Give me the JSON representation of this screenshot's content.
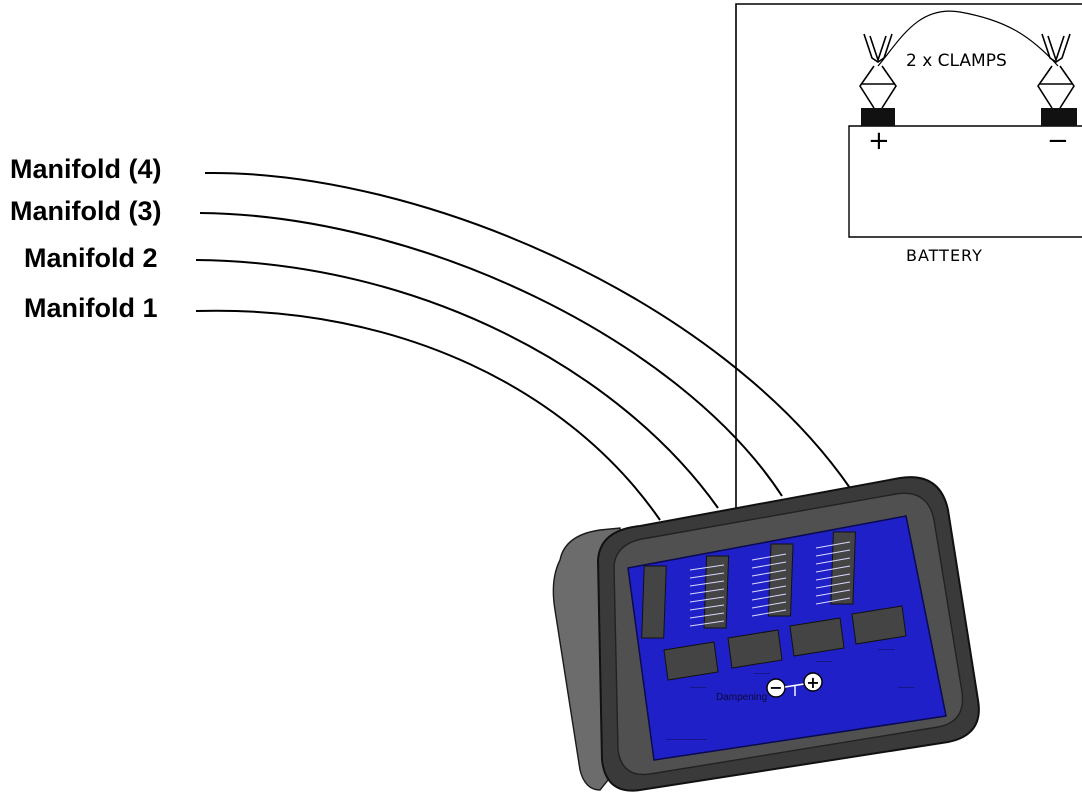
{
  "manifold_labels": {
    "m4": "Manifold (4)",
    "m3": "Manifold (3)",
    "m2": "Manifold 2",
    "m1": "Manifold 1"
  },
  "battery": {
    "clamps_label": "2 x CLAMPS",
    "label": "BATTERY",
    "positive_symbol": "+",
    "negative_symbol": "−"
  },
  "controller": {
    "control_label": "Dampening",
    "minus_symbol": "−",
    "plus_symbol": "+",
    "colors": {
      "body": "#3a3a3a",
      "panel": "#2020c8"
    }
  }
}
